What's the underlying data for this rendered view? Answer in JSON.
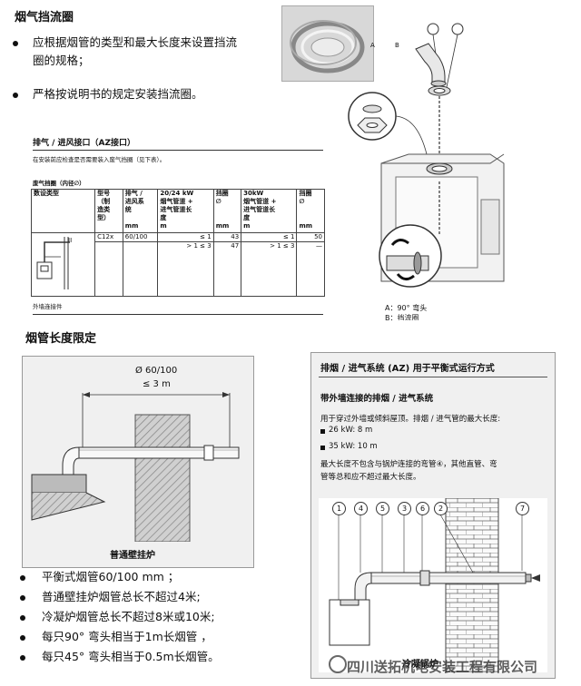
{
  "top": {
    "title": "烟气挡流圈",
    "bullets": [
      "应根据烟管的类型和最大长度来设置挡流",
      "圈的规格；",
      "严格按说明书的规定安装挡流圈。"
    ]
  },
  "spec": {
    "header": "排气 / 进风接口（AZ接口）",
    "note": "在安装前应检查是否需要装入废气挡圈（见下表）。",
    "table_title": "废气挡圈（内径∅）",
    "col_type": "数设类型",
    "col_model": [
      "型号",
      "（制",
      "造类",
      "型）"
    ],
    "col_pipe": [
      "排气 /",
      "进风系",
      "统"
    ],
    "col_pipe_unit": "mm",
    "col_2024": [
      "20/24 kW",
      "烟气管道 +",
      "进气管道长",
      "度"
    ],
    "col_2024_unit": "m",
    "col_ring": [
      "挡圈",
      "∅"
    ],
    "col_ring_unit": "mm",
    "col_30": [
      "30kW",
      "烟气管道 +",
      "进气管道长",
      "度"
    ],
    "col_30_unit": "m",
    "col_ring2": [
      "挡圈",
      "∅"
    ],
    "col_ring2_unit": "mm",
    "row_model": "C12x",
    "row_pipe": "60/100",
    "row1_len": "≤ 1",
    "row1_ring": "43",
    "row1_len30": "≤ 1",
    "row1_ring30": "50",
    "row2_len": "> 1 ≤ 3",
    "row2_ring": "47",
    "row2_len30": "> 1 ≤ 3",
    "row2_ring30": "—",
    "footer": "外墙连接件",
    "icon_marks": "II"
  },
  "install": {
    "label_a": "A",
    "label_b": "B",
    "caption_a": "A：90° 弯头",
    "caption_b": "B：挡流圈"
  },
  "length": {
    "title": "烟管长度限定",
    "dim_dia": "Ø 60/100",
    "dim_len": "≤ 3 m",
    "caption": "普通壁挂炉",
    "bullets": [
      "平衡式烟管60/100 mm ；",
      "普通壁挂炉烟管总长不超过4米;",
      "冷凝炉烟管总长不超过8米或10米;",
      "每只90° 弯头相当于1m长烟管 ，",
      "每只45° 弯头相当于0.5m长烟管。"
    ]
  },
  "az": {
    "header": "排烟 / 进气系统 (AZ) 用于平衡式运行方式",
    "sub": "带外墙连接的排烟 / 进气系统",
    "lines": [
      "用于穿过外墙或倾斜屋顶。排烟 / 进气管的最大长度:",
      "26 kW: 8 m",
      "35 kW: 10 m",
      "最大长度不包含与锅炉连接的弯管④，其他直管、弯",
      "管等总和应不超过最大长度。"
    ],
    "callouts": [
      "1",
      "4",
      "5",
      "3",
      "6",
      "2",
      "7"
    ],
    "caption": "冷凝锅炉"
  },
  "watermark": "四川送拓机电安装工程有限公司"
}
